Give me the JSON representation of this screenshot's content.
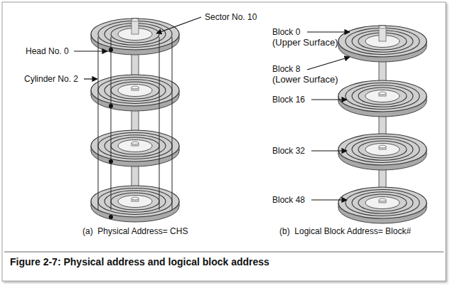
{
  "diagram": {
    "caption": "Figure 2-7: Physical address and logical block address",
    "labels": [
      "Sector No. 10",
      "Head No. 0",
      "Cylinder No. 2",
      "Block 0",
      "(Upper Surface)",
      "Block 8",
      "(Lower Surface)",
      "Block 16",
      "Block 32",
      "Block 48",
      "(a)  Physical Address= CHS",
      "(b)  Logical Block Address= Block#"
    ]
  }
}
